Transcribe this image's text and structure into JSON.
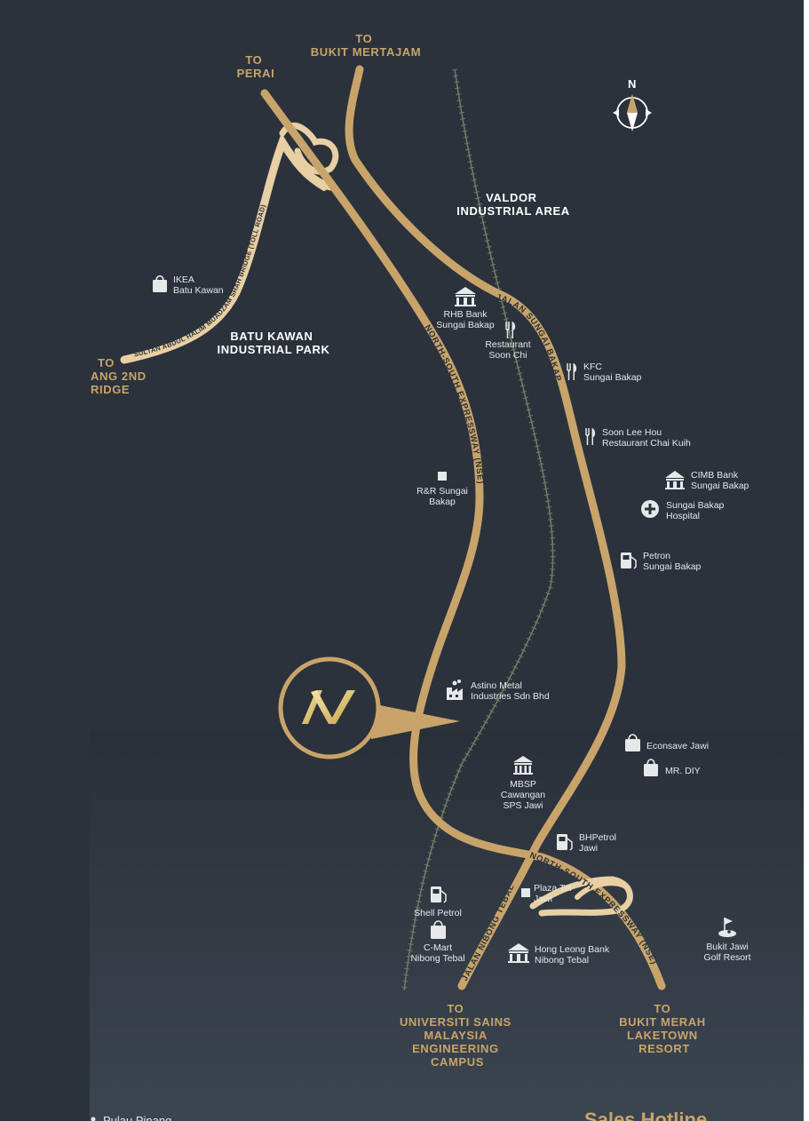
{
  "compass": {
    "label": "N"
  },
  "areas": {
    "valdor": [
      "VALDOR",
      "INDUSTRIAL AREA"
    ],
    "batu_kawan": [
      "BATU KAWAN",
      "INDUSTRIAL PARK"
    ]
  },
  "destinations": {
    "perai": [
      "TO",
      "PERAI"
    ],
    "bukit_mertajam": [
      "TO",
      "BUKIT MERTAJAM"
    ],
    "ang_2nd_ridge": [
      "TO",
      "ANG 2ND",
      "RIDGE"
    ],
    "usm": [
      "TO",
      "UNIVERSITI SAINS",
      "MALAYSIA",
      "ENGINEERING",
      "CAMPUS"
    ],
    "bukit_merah": [
      "TO",
      "BUKIT MERAH",
      "LAKETOWN",
      "RESORT"
    ]
  },
  "roads": {
    "bridge": "SULTAN ABDUL HALIM MUADZAM SHAH BRIDGE (TOLL ROAD)",
    "nse_north": "NORTH-SOUTH EXPRESSWAY (NSE)",
    "jalan_sungai_bakap": "JALAN SUNGAI BAKAP",
    "jalan_nibong_tebal": "JALAN NIBONG TEBAL",
    "nse_south": "NORTH-SOUTH EXPRESSWAY (NSE)"
  },
  "pois": {
    "ikea": [
      "IKEA",
      "Batu Kawan"
    ],
    "rhb": [
      "RHB Bank",
      "Sungai Bakap"
    ],
    "soon_chi": [
      "Restaurant",
      "Soon Chi"
    ],
    "kfc": [
      "KFC",
      "Sungai Bakap"
    ],
    "soon_lee_hou": [
      "Soon Lee Hou",
      "Restaurant Chai Kuih"
    ],
    "cimb": [
      "CIMB Bank",
      "Sungai Bakap"
    ],
    "hospital": [
      "Sungai Bakap",
      "Hospital"
    ],
    "rr": [
      "R&R Sungai",
      "Bakap"
    ],
    "petron": [
      "Petron",
      "Sungai Bakap"
    ],
    "astino": [
      "Astino Metal",
      "Industries Sdn Bhd"
    ],
    "econsave": [
      "Econsave Jawi"
    ],
    "mrdiy": [
      "MR. DIY"
    ],
    "mbsp": [
      "MBSP",
      "Cawangan",
      "SPS Jawi"
    ],
    "bhpetrol": [
      "BHPetrol",
      "Jawi"
    ],
    "plaza_tol": [
      "Plaza Tol",
      "Jawi"
    ],
    "shell": [
      "Shell Petrol"
    ],
    "cmart": [
      "C-Mart",
      "Nibong Tebal"
    ],
    "hong_leong": [
      "Hong Leong Bank",
      "Nibong Tebal"
    ],
    "bukit_jawi": [
      "Bukit Jawi",
      "Golf Resort"
    ]
  },
  "footer": {
    "left": "Pulau Pinang",
    "right": "Sales Hotline"
  },
  "colors": {
    "background": "#2b323b",
    "road_gold": "#c8a46a",
    "road_light": "#e8cfa4",
    "rail": "#6f7b66",
    "text": "#ffffff"
  }
}
